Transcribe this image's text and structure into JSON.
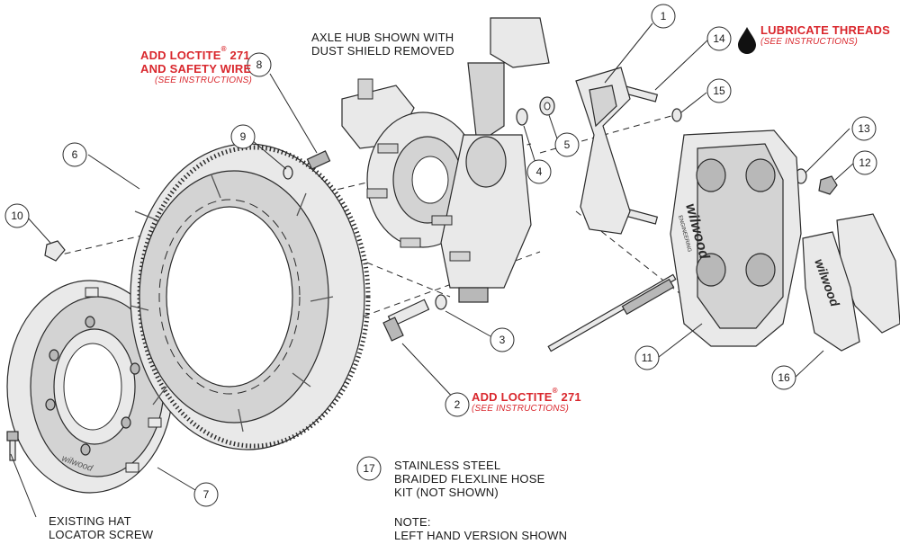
{
  "labels": {
    "axle_hub_1": "AXLE HUB SHOWN WITH",
    "axle_hub_2": "DUST SHIELD REMOVED",
    "loctite_top_1": "ADD LOCTITE",
    "loctite_top_reg": "®",
    "loctite_top_num": " 271",
    "loctite_top_2": "AND SAFETY WIRE",
    "loctite_top_sub": "(SEE INSTRUCTIONS)",
    "lubricate": "LUBRICATE THREADS",
    "lubricate_sub": "(SEE INSTRUCTIONS)",
    "loctite_bottom_1": "ADD LOCTITE",
    "loctite_bottom_reg": "®",
    "loctite_bottom_num": " 271",
    "loctite_bottom_sub": "(SEE INSTRUCTIONS)",
    "hose_1": "STAINLESS STEEL",
    "hose_2": "BRAIDED FLEXLINE HOSE",
    "hose_3": "KIT (NOT SHOWN)",
    "note_1": "NOTE:",
    "note_2": "LEFT HAND VERSION SHOWN",
    "screw_1": "EXISTING HAT",
    "screw_2": "LOCATOR SCREW",
    "caliper_brand": "wilwood",
    "caliper_sub": "ENGINEERING",
    "pad_brand": "wilwood",
    "hat_brand": "wilwood"
  },
  "callouts": [
    "1",
    "2",
    "3",
    "4",
    "5",
    "6",
    "7",
    "8",
    "9",
    "10",
    "11",
    "12",
    "13",
    "14",
    "15",
    "16",
    "17"
  ],
  "colors": {
    "warning_red": "#d9272d",
    "line": "#2a2a2a",
    "part_fill": "#e9e9e9"
  }
}
